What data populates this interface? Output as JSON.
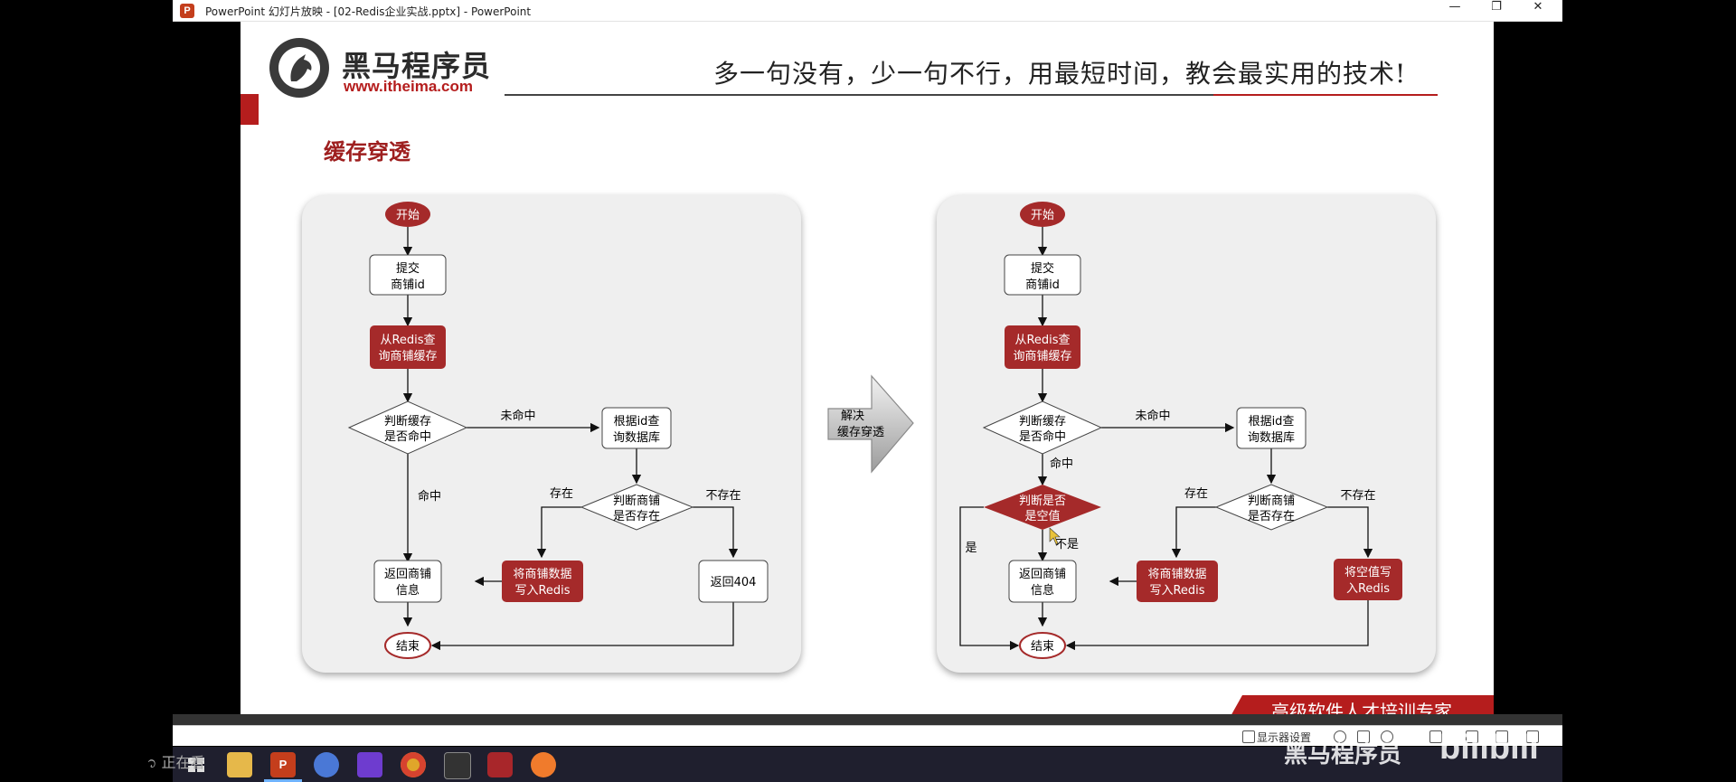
{
  "window": {
    "title": "PowerPoint 幻灯片放映 - [02-Redis企业实战.pptx] - PowerPoint",
    "app_icon": "P",
    "minimize_icon": "—",
    "restore_icon": "❐",
    "close_icon": "✕"
  },
  "slide": {
    "brand_name": "黑马程序员",
    "brand_url": "www.itheima.com",
    "slogan": "多一句没有，少一句不行，用最短时间，教会最实用的技术!",
    "title": "缓存穿透",
    "corner_slogan": "高级软件人才培训专家",
    "arrow_label": [
      "解决",
      "缓存穿透"
    ]
  },
  "flow_left": {
    "start": "开始",
    "submit": [
      "提交",
      "商铺id"
    ],
    "query_redis": [
      "从Redis查",
      "询商铺缓存"
    ],
    "judge_cache": [
      "判断缓存",
      "是否命中"
    ],
    "miss": "未命中",
    "query_db": [
      "根据id查",
      "询数据库"
    ],
    "hit": "命中",
    "exists": "存在",
    "not_exists": "不存在",
    "judge_shop": [
      "判断商铺",
      "是否存在"
    ],
    "write_redis": [
      "将商铺数据",
      "写入Redis"
    ],
    "return_shop": [
      "返回商铺",
      "信息"
    ],
    "return_404": "返回404",
    "end": "结束"
  },
  "flow_right": {
    "start": "开始",
    "submit": [
      "提交",
      "商铺id"
    ],
    "query_redis": [
      "从Redis查",
      "询商铺缓存"
    ],
    "judge_cache": [
      "判断缓存",
      "是否命中"
    ],
    "miss": "未命中",
    "query_db": [
      "根据id查",
      "询数据库"
    ],
    "hit": "命中",
    "judge_null": [
      "判断是否",
      "是空值"
    ],
    "yes": "是",
    "no": "不是",
    "exists": "存在",
    "not_exists": "不存在",
    "judge_shop": [
      "判断商铺",
      "是否存在"
    ],
    "write_redis": [
      "将商铺数据",
      "写入Redis"
    ],
    "write_null": [
      "将空值写",
      "入Redis"
    ],
    "return_shop": [
      "返回商铺",
      "信息"
    ],
    "end": "结束"
  },
  "status_bar": {
    "display_settings": "显示器设置"
  },
  "taskbar": {
    "left_text": "᭡ 正在看"
  },
  "overlay": {
    "watermark_small": "黑马程序员",
    "watermark_logo": "bilibili"
  },
  "colors": {
    "brand_red": "#b51d1d",
    "node_red": "#a52a2a",
    "panel_bg": "#efefef"
  }
}
